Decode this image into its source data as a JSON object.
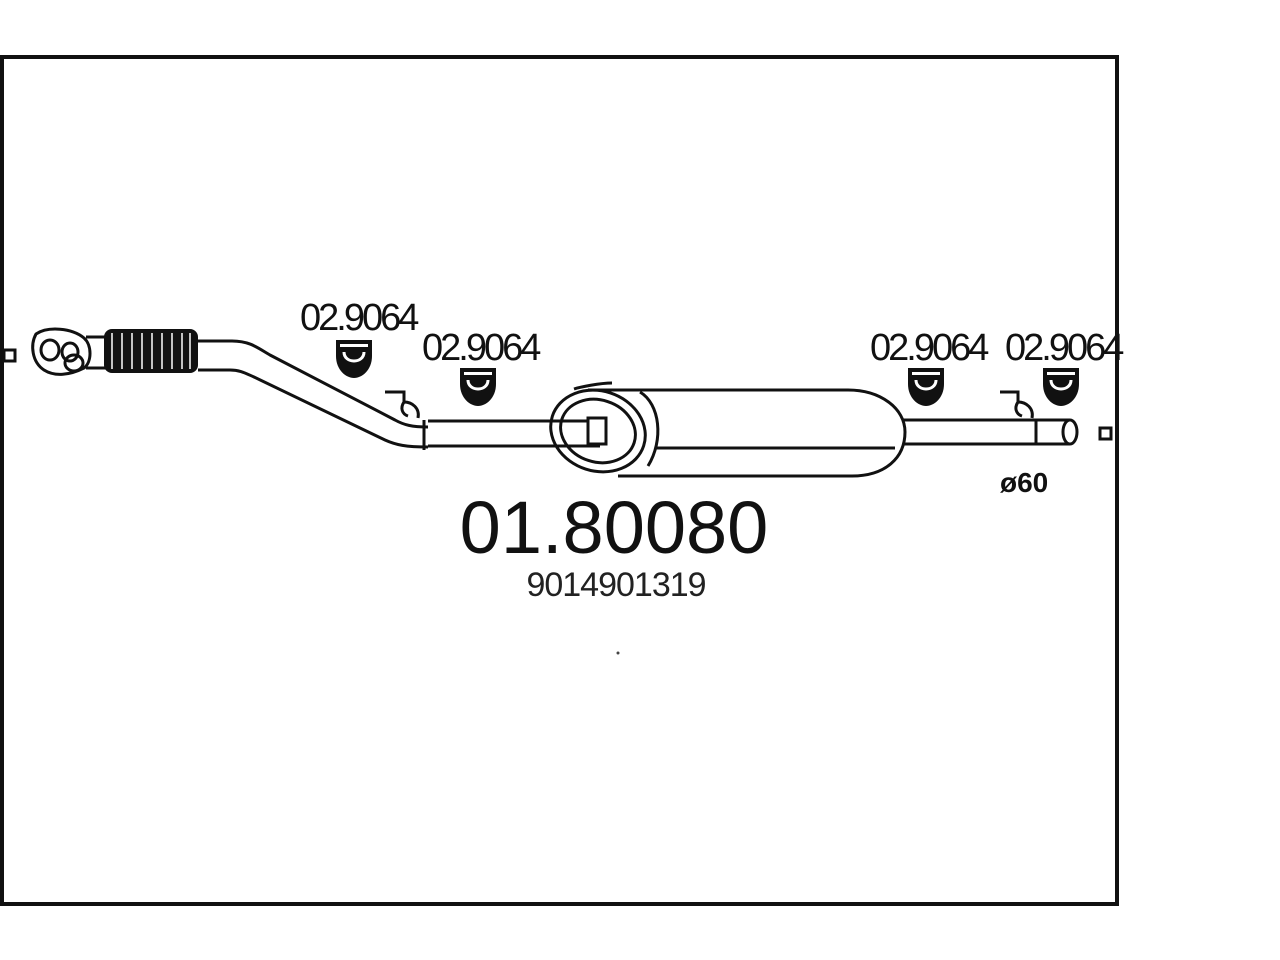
{
  "diagram": {
    "part_number": "01.80080",
    "oem_number": "9014901319",
    "pipe_diameter": "ø60",
    "hangers": [
      {
        "label": "02.9064"
      },
      {
        "label": "02.9064"
      },
      {
        "label": "02.9064"
      },
      {
        "label": "02.9064"
      }
    ]
  },
  "colors": {
    "line": "#111111",
    "background": "#ffffff"
  }
}
